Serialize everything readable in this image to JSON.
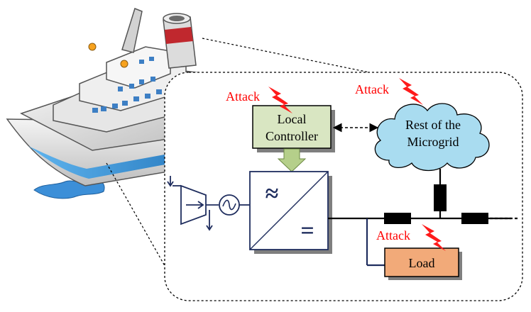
{
  "labels": {
    "attack_controller": "Attack",
    "attack_microgrid": "Attack",
    "attack_load": "Attack",
    "controller_line1": "Local",
    "controller_line2": "Controller",
    "microgrid_line1": "Rest of the",
    "microgrid_line2": "Microgrid",
    "load": "Load",
    "converter_ac_symbol": "≈",
    "converter_dc_symbol": "="
  },
  "colors": {
    "attack_text": "#ff0000",
    "lightning": "#ff1a1a",
    "controller_fill": "#d9e6c2",
    "cloud_fill": "#a9dcf0",
    "load_fill": "#f2aa79",
    "converter_fill": "#ffffff",
    "block_shadow": "#7f7f7f",
    "line_dark": "#000000",
    "navy": "#1f2d5e",
    "control_arrow": "#b5cf8a",
    "ship_hull_top": "#d9d9d9",
    "ship_stripe": "#2e8ed6",
    "ship_funnel_red": "#c0282e"
  },
  "icons": {
    "ship": "cruise-ship-icon",
    "lightning": "lightning-bolt-icon",
    "generator": "ac-generator-icon",
    "turbine": "turbine-icon",
    "cloud": "cloud-icon"
  }
}
